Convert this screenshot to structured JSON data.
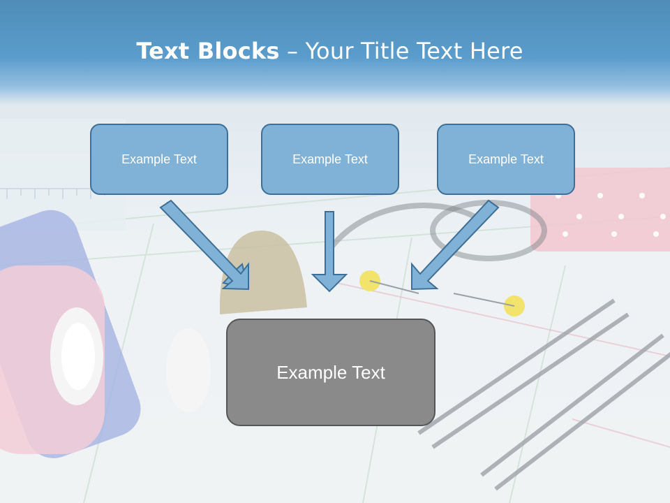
{
  "slide": {
    "title_bold": "Text Blocks",
    "title_sep": " – ",
    "title_rest": "Your Title Text Here"
  },
  "blocks": [
    {
      "text": "Example Text"
    },
    {
      "text": "Example Text"
    },
    {
      "text": "Example Text"
    }
  ],
  "center_block": {
    "text": "Example Text"
  },
  "colors": {
    "header": "#5a9ccc",
    "block_fill": "#7fb2d6",
    "block_border": "#3f6f96",
    "center_fill": "#8a8a8a",
    "center_border": "#555555",
    "arrow_fill": "#7fb2d6"
  }
}
